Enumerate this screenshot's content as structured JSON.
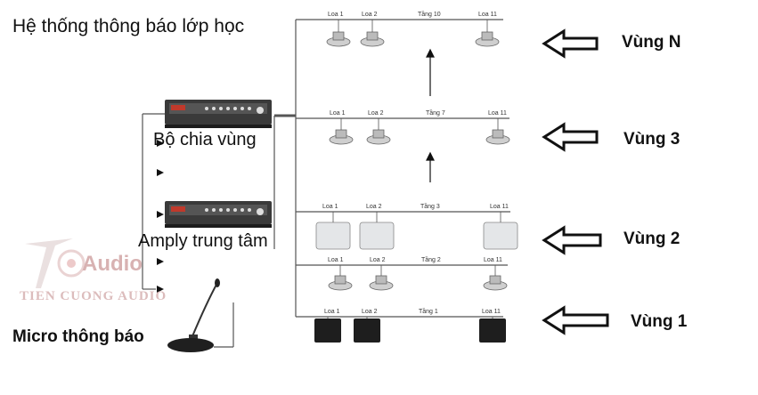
{
  "title": "Hệ thống thông báo lớp học",
  "devices": {
    "splitter_label": "Bộ chia vùng",
    "amplifier_label": "Amply trung tâm",
    "mic_label": "Micro thông báo"
  },
  "watermark": {
    "brand": "Audio",
    "subtitle": "TIEN CUONG AUDIO"
  },
  "floors": [
    {
      "floor_label": "Tầng 10",
      "speakers": [
        "Loa 1",
        "Loa 2",
        "Loa 11"
      ]
    },
    {
      "floor_label": "Tầng 7",
      "speakers": [
        "Loa 1",
        "Loa 2",
        "Loa 11"
      ]
    },
    {
      "floor_label": "Tầng 3",
      "speakers": [
        "Loa 1",
        "Loa 2",
        "Loa 11"
      ]
    },
    {
      "floor_label": "Tầng 2",
      "speakers": [
        "Loa 1",
        "Loa 2",
        "Loa 11"
      ]
    },
    {
      "floor_label": "Tầng 1",
      "speakers": [
        "Loa 1",
        "Loa 2",
        "Loa 11"
      ]
    }
  ],
  "zones": [
    "Vùng N",
    "Vùng 3",
    "Vùng 2",
    "Vùng 1"
  ],
  "colors": {
    "line": "#555555",
    "device": "#2a2a2a",
    "accent": "#c0392b"
  }
}
